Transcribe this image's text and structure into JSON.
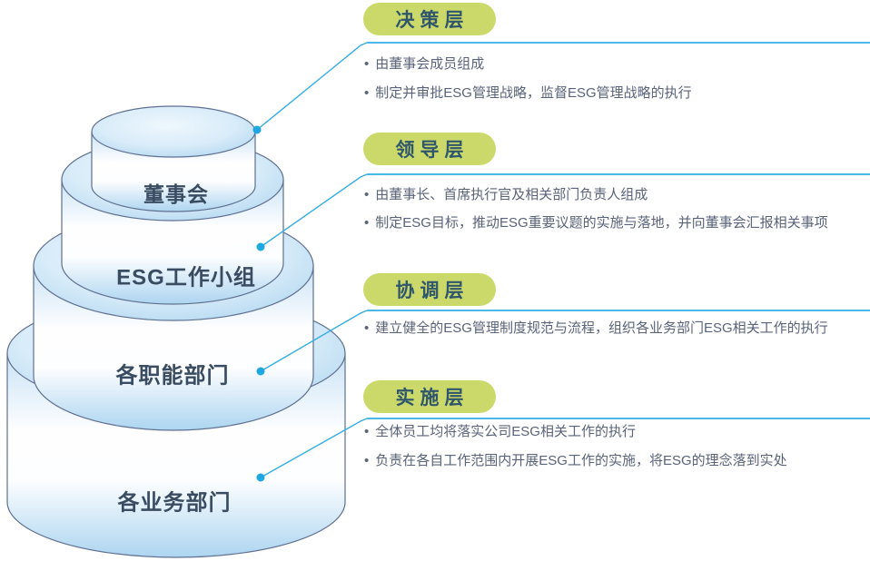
{
  "ui": {
    "bullet_char": "•"
  },
  "palette": {
    "badge_bg": "#cbd96a",
    "badge_text": "#2f566b",
    "connector_blue": "#33ade4",
    "dot_blue": "#1ea7e0",
    "tier_label_color": "#3a4c62",
    "bullet_text_color": "#596379",
    "cake_outline": "#5f7090",
    "cake_fill_light": "#eef7fd",
    "cake_fill_blue": "#aed5ef"
  },
  "pyramid": {
    "tiers": [
      {
        "label": "董事会"
      },
      {
        "label": "ESG工作小组"
      },
      {
        "label": "各职能部门"
      },
      {
        "label": "各业务部门"
      }
    ]
  },
  "sections": [
    {
      "badge": "决策层",
      "bullets": [
        "由董事会成员组成",
        "制定并审批ESG管理战略，监督ESG管理战略的执行"
      ]
    },
    {
      "badge": "领导层",
      "bullets": [
        "由董事长、首席执行官及相关部门负责人组成",
        "制定ESG目标，推动ESG重要议题的实施与落地，并向董事会汇报相关事项"
      ]
    },
    {
      "badge": "协调层",
      "bullets": [
        "建立健全的ESG管理制度规范与流程，组织各业务部门ESG相关工作的执行"
      ]
    },
    {
      "badge": "实施层",
      "bullets": [
        "全体员工均将落实公司ESG相关工作的执行",
        "负责在各自工作范围内开展ESG工作的实施，将ESG的理念落到实处"
      ]
    }
  ]
}
